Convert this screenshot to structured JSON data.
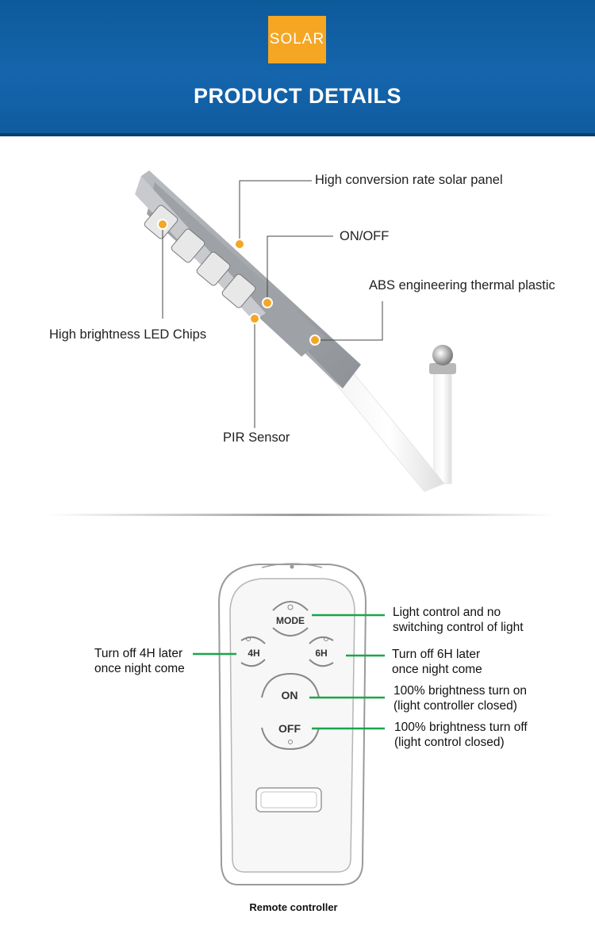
{
  "header": {
    "badge": "SOLAR",
    "title": "PRODUCT DETAILS",
    "colors": {
      "band": "#1565ad",
      "badge": "#f5a623"
    }
  },
  "lamp": {
    "callouts": {
      "solar_panel": "High conversion rate solar panel",
      "on_off": "ON/OFF",
      "abs": "ABS engineering thermal plastic",
      "led_chips": "High brightness LED Chips",
      "pir": "PIR Sensor"
    },
    "marker_color": "#f5a623"
  },
  "remote": {
    "buttons": {
      "mode": "MODE",
      "h4": "4H",
      "h6": "6H",
      "on": "ON",
      "off": "OFF"
    },
    "callouts": {
      "mode": [
        "Light control and no",
        "switching control of light"
      ],
      "h4": [
        "Turn off 4H later",
        "once night come"
      ],
      "h6": [
        "Turn off 6H later",
        "once night come"
      ],
      "on": [
        "100% brightness turn on",
        "(light controller closed)"
      ],
      "off": [
        "100% brightness turn off",
        "(light control closed)"
      ]
    },
    "leader_color": "#1aa64a",
    "caption": "Remote controller"
  }
}
